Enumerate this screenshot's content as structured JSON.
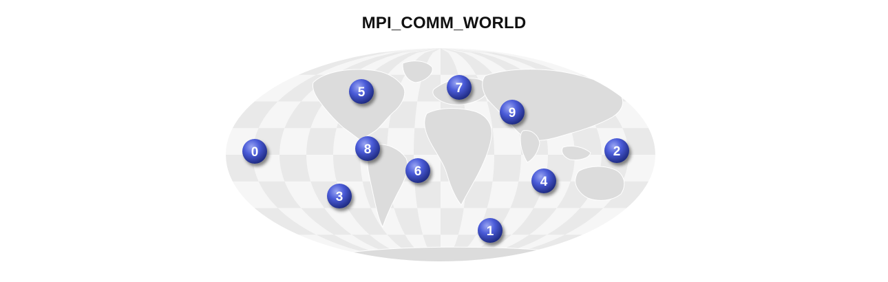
{
  "title": "MPI_COMM_WORLD",
  "colors": {
    "map_light": "#f6f6f6",
    "map_dark": "#e6e6e6",
    "land": "#dcdcdc",
    "node_fill": "#4a5bd8",
    "node_highlight": "#9aa6f2",
    "node_shadow": "#1e2a80",
    "node_label": "#ffffff"
  },
  "nodes": [
    {
      "label": "0"
    },
    {
      "label": "1"
    },
    {
      "label": "2"
    },
    {
      "label": "3"
    },
    {
      "label": "4"
    },
    {
      "label": "5"
    },
    {
      "label": "6"
    },
    {
      "label": "7"
    },
    {
      "label": "8"
    },
    {
      "label": "9"
    }
  ]
}
